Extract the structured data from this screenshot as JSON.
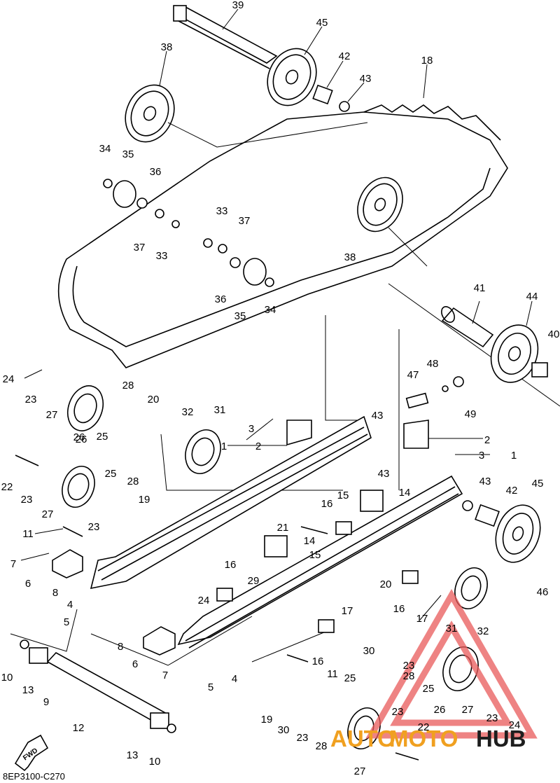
{
  "diagram": {
    "catalog_code": "8EP3100-C270",
    "direction_marker": "FWD",
    "watermark": {
      "part1": "AUTO",
      "part2": "MOTO",
      "part3": "HUB",
      "color_primary": "#f0a020",
      "color_secondary": "#1e1e1e",
      "triangle_color": "#e85a5a"
    },
    "callouts": [
      "39",
      "45",
      "38",
      "42",
      "43",
      "18",
      "34",
      "35",
      "36",
      "33",
      "37",
      "37",
      "33",
      "38",
      "36",
      "35",
      "34",
      "41",
      "44",
      "40",
      "24",
      "23",
      "27",
      "26",
      "25",
      "28",
      "20",
      "32",
      "31",
      "47",
      "48",
      "49",
      "3",
      "2",
      "1",
      "43",
      "2",
      "3",
      "1",
      "22",
      "23",
      "27",
      "26",
      "25",
      "28",
      "23",
      "19",
      "43",
      "14",
      "16",
      "15",
      "43",
      "42",
      "45",
      "11",
      "21",
      "14",
      "15",
      "7",
      "6",
      "8",
      "4",
      "5",
      "16",
      "24",
      "29",
      "46",
      "20",
      "16",
      "17",
      "31",
      "32",
      "30",
      "8",
      "6",
      "7",
      "5",
      "4",
      "16",
      "17",
      "11",
      "10",
      "13",
      "9",
      "12",
      "13",
      "10",
      "23",
      "28",
      "25",
      "26",
      "27",
      "23",
      "24",
      "19",
      "30",
      "23",
      "28",
      "25",
      "23",
      "22",
      "27"
    ]
  }
}
